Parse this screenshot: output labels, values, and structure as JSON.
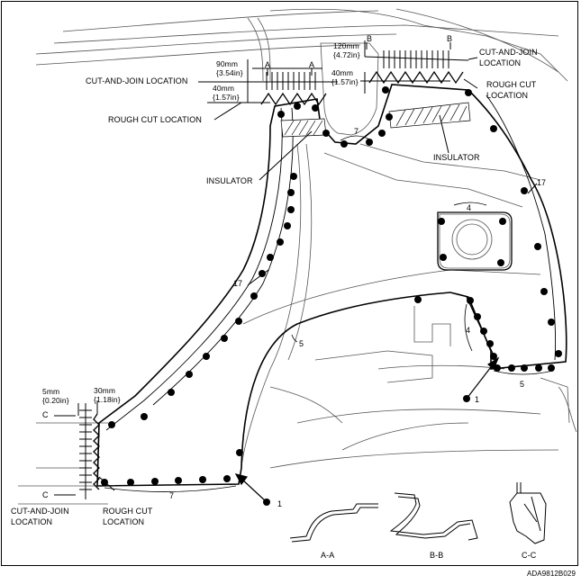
{
  "labels": {
    "cut_join_top_left": "CUT-AND-JOIN LOCATION",
    "rough_cut_top_left": "ROUGH CUT LOCATION",
    "insulator_left": "INSULATOR",
    "insulator_right": "INSULATOR",
    "cut_join_top_right_1": "CUT-AND-JOIN",
    "cut_join_top_right_2": "LOCATION",
    "rough_cut_right_1": "ROUGH CUT",
    "rough_cut_right_2": "LOCATION",
    "cut_join_bottom_1": "CUT-AND-JOIN",
    "cut_join_bottom_2": "LOCATION",
    "rough_cut_bottom_1": "ROUGH CUT",
    "rough_cut_bottom_2": "LOCATION"
  },
  "dimensions": {
    "d90": "90mm",
    "d90_in": "{3.54in}",
    "d40_left": "40mm",
    "d40_left_in": "{1.57in}",
    "d120": "120mm",
    "d120_in": "{4.72in}",
    "d40_right": "40mm",
    "d40_right_in": "{1.57in}",
    "d5": "5mm",
    "d5_in": "{0.20in}",
    "d30": "30mm",
    "d30_in": "{1.18in}"
  },
  "section_markers": {
    "a1": "A",
    "a2": "A",
    "b1": "B",
    "b2": "B",
    "c1": "C",
    "c2": "C"
  },
  "callouts": {
    "n7_top": "7",
    "n17_left": "17",
    "n17_right": "17",
    "n4_upper": "4",
    "n4_lower": "4",
    "n5_left": "5",
    "n5_right": "5",
    "n7_bottom": "7",
    "n1_right": "1",
    "n1_bottom": "1"
  },
  "sections": {
    "aa": "A-A",
    "bb": "B-B",
    "cc": "C-C"
  },
  "figure_code": "ADA9812B029"
}
